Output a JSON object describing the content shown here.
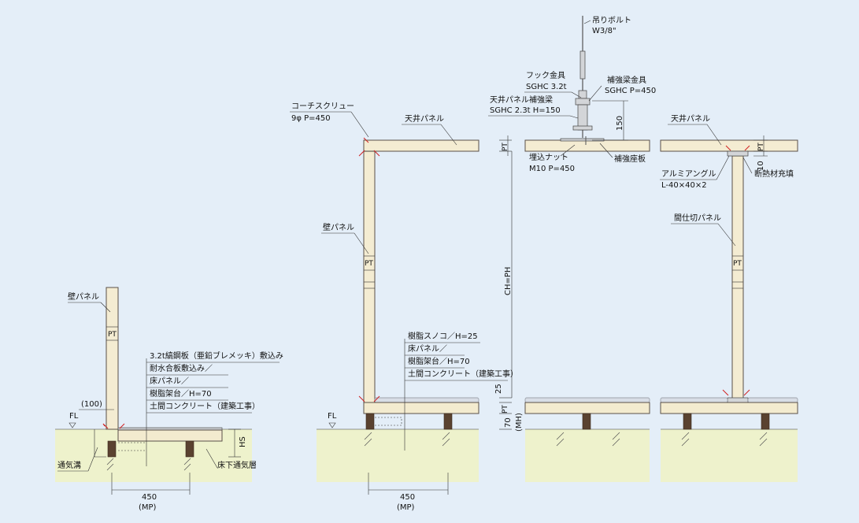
{
  "labels": {
    "fl_left": "FL",
    "fl_right": "FL",
    "wall_panel_left": "壁パネル",
    "wall_panel_right": "壁パネル",
    "pt": "PT",
    "left_offset": "(100)",
    "left_floor_1": "3.2t縞鋼板（亜鉛ブレメッキ）敷込み",
    "left_floor_2": "耐水合板敷込み／",
    "left_floor_3": "床パネル／",
    "left_floor_4": "樹脂架台／H=70",
    "left_floor_5": "土間コンクリート（建築工事）",
    "hs": "HS",
    "vent_groove": "通気溝",
    "underfloor_vent": "床下通気層",
    "dim_450_left": "450",
    "mp_left": "(MP)",
    "dim_450_mid": "450",
    "mp_mid": "(MP)",
    "coach_screw_1": "コーチスクリュー",
    "coach_screw_2": "9φ P=450",
    "ceiling_panel_left": "天井パネル",
    "ceiling_panel_right": "天井パネル",
    "hanging_bolt_1": "吊りボルト",
    "hanging_bolt_2": "W3/8\"",
    "hook_1": "フック金具",
    "hook_2": "SGHC 3.2t",
    "reinf_beam_fitting_1": "補強梁金具",
    "reinf_beam_fitting_2": "SGHC P=450",
    "ceiling_reinf_1": "天井パネル補強梁",
    "ceiling_reinf_2": "SGHC 2.3t H=150",
    "dim_150": "150",
    "embedded_nut_1": "埋込ナット",
    "embedded_nut_2": "M10 P=450",
    "reinf_plate": "補強座板",
    "ch_ph": "CH=PH",
    "mid_floor_1": "樹脂スノコ／H=25",
    "mid_floor_2": "床パネル／",
    "mid_floor_3": "樹脂架台／H=70",
    "mid_floor_4": "土間コンクリート（建築工事）",
    "dim_25": "25",
    "dim_70": "70",
    "mh": "(MH)",
    "dim_10": "10",
    "alu_angle_1": "アルミアングル",
    "alu_angle_2": "L-40×40×2",
    "insulation_fill": "断熱材充填",
    "partition_panel": "間仕切パネル"
  },
  "colors": {
    "background": "#e4eef8",
    "panel": "#f4ecd2",
    "ground": "#eef2cc",
    "post": "#5a4230",
    "arrow": "#d02020",
    "sunoko": "#d8dde6"
  }
}
